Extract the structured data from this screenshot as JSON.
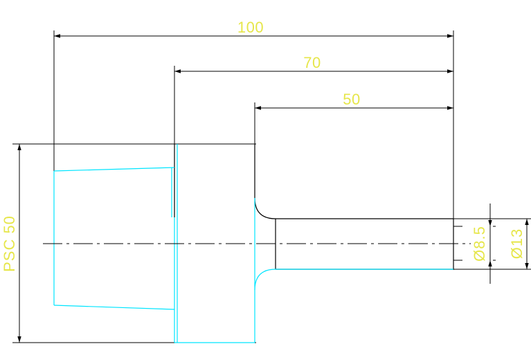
{
  "colors": {
    "outline": "#000000",
    "part_edge": "#00e5ff",
    "dimension_text": "#e6e64a",
    "background": "#ffffff"
  },
  "dimensions": {
    "overall_length": "100",
    "step_length_70": "70",
    "shaft_length_50": "50",
    "shaft_diameter_small": "Ø8.5",
    "shaft_diameter_large": "Ø13",
    "head_note": "PSC 50"
  }
}
